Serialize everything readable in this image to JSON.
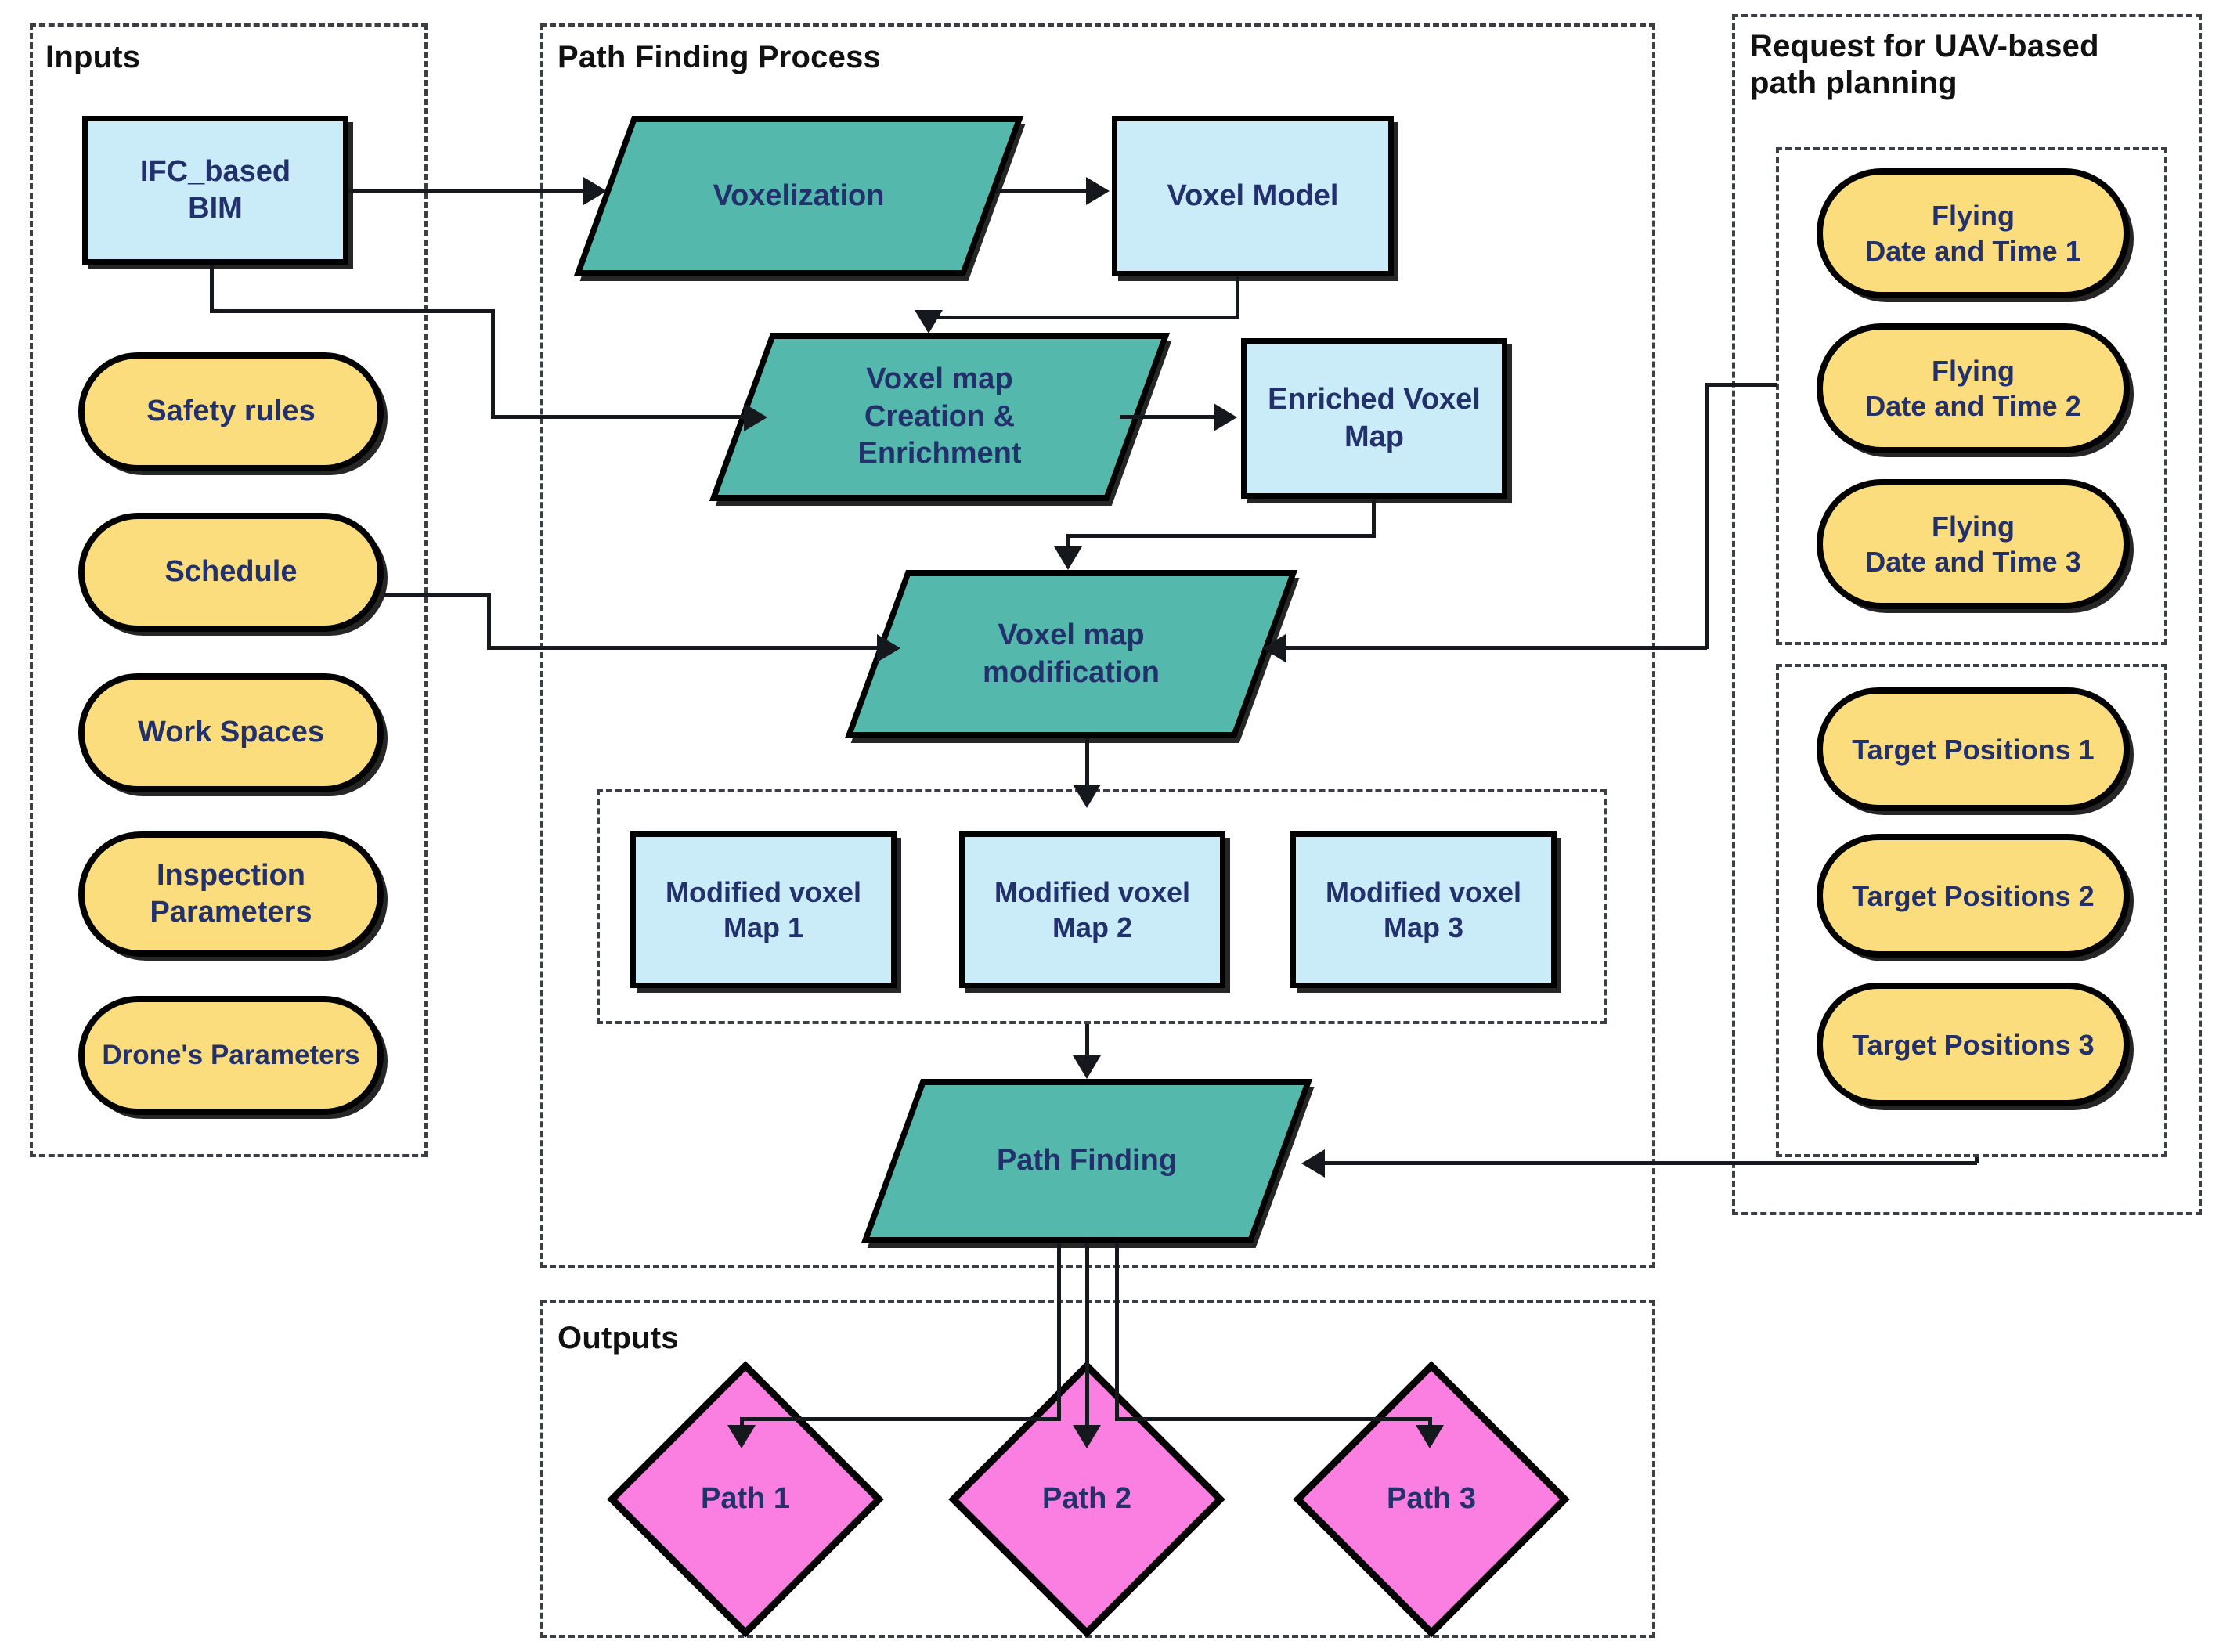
{
  "diagram": {
    "title": "UAV-based path planning process flowchart",
    "colors": {
      "process_teal": "#55b8ac",
      "data_blue": "#c9ecf8",
      "input_yellow": "#fbdd7e",
      "output_pink": "#fb7fe0",
      "text_navy": "#22306b",
      "outline_black": "#000000",
      "group_dash": "#3a3f45"
    }
  },
  "groups": {
    "inputs": {
      "label": "Inputs"
    },
    "process": {
      "label": "Path Finding Process"
    },
    "request": {
      "label": "Request for UAV-based\npath planning"
    },
    "outputs": {
      "label": "Outputs"
    },
    "modified_maps": {
      "label": ""
    },
    "flying_times": {
      "label": ""
    },
    "target_positions": {
      "label": ""
    }
  },
  "inputs": {
    "bim": {
      "label": "IFC_based\nBIM",
      "shape": "rectangle"
    },
    "items": [
      {
        "label": "Safety rules",
        "shape": "rounded"
      },
      {
        "label": "Schedule",
        "shape": "rounded"
      },
      {
        "label": "Work Spaces",
        "shape": "rounded"
      },
      {
        "label": "Inspection\nParameters",
        "shape": "rounded"
      },
      {
        "label": "Drone's Parameters",
        "shape": "rounded"
      }
    ]
  },
  "process": {
    "voxelization": {
      "label": "Voxelization",
      "shape": "parallelogram"
    },
    "voxel_model": {
      "label": "Voxel Model",
      "shape": "rectangle"
    },
    "voxel_map_creation": {
      "label": "Voxel map\nCreation &\nEnrichment",
      "shape": "parallelogram"
    },
    "enriched_voxel_map": {
      "label": "Enriched Voxel\nMap",
      "shape": "rectangle"
    },
    "voxel_map_modification": {
      "label": "Voxel map\nmodification",
      "shape": "parallelogram"
    },
    "path_finding": {
      "label": "Path Finding",
      "shape": "parallelogram"
    },
    "modified_maps": [
      {
        "label": "Modified voxel\nMap 1",
        "shape": "rectangle"
      },
      {
        "label": "Modified voxel\nMap 2",
        "shape": "rectangle"
      },
      {
        "label": "Modified voxel\nMap 3",
        "shape": "rectangle"
      }
    ]
  },
  "request": {
    "flying_times": [
      {
        "label": "Flying\nDate and Time 1",
        "shape": "rounded"
      },
      {
        "label": "Flying\nDate and Time 2",
        "shape": "rounded"
      },
      {
        "label": "Flying\nDate and Time 3",
        "shape": "rounded"
      }
    ],
    "target_positions": [
      {
        "label": "Target Positions 1",
        "shape": "rounded"
      },
      {
        "label": "Target Positions 2",
        "shape": "rounded"
      },
      {
        "label": "Target Positions 3",
        "shape": "rounded"
      }
    ]
  },
  "outputs": {
    "paths": [
      {
        "label": "Path 1",
        "shape": "diamond"
      },
      {
        "label": "Path 2",
        "shape": "diamond"
      },
      {
        "label": "Path 3",
        "shape": "diamond"
      }
    ]
  }
}
